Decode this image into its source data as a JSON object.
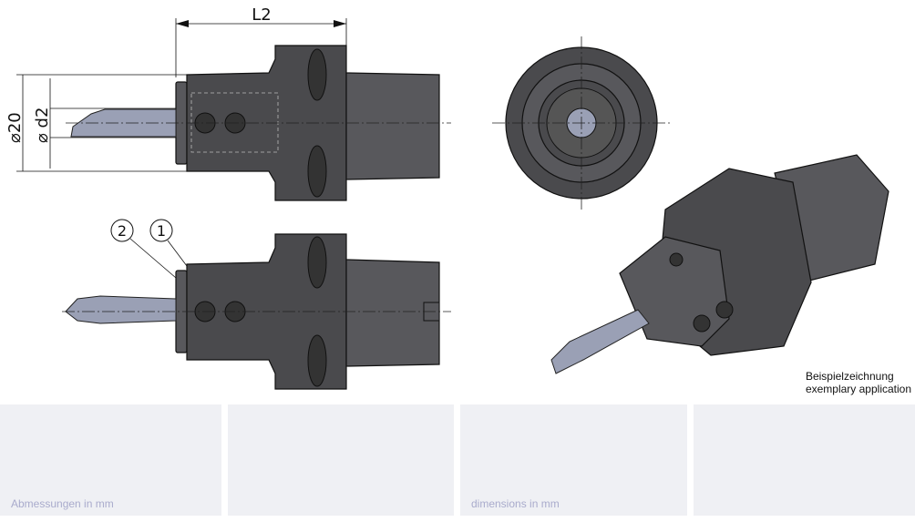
{
  "drawing": {
    "dimension_labels": {
      "length": "L2",
      "outer_diameter": "⌀20",
      "bore_diameter": "⌀ d2"
    },
    "position_numbers": [
      "2",
      "1"
    ]
  },
  "caption": {
    "line1": "Beispielzeichnung",
    "line2": "exemplary application"
  },
  "panels": {
    "german_units": "Abmessungen in mm",
    "english_units": "dimensions in mm"
  }
}
